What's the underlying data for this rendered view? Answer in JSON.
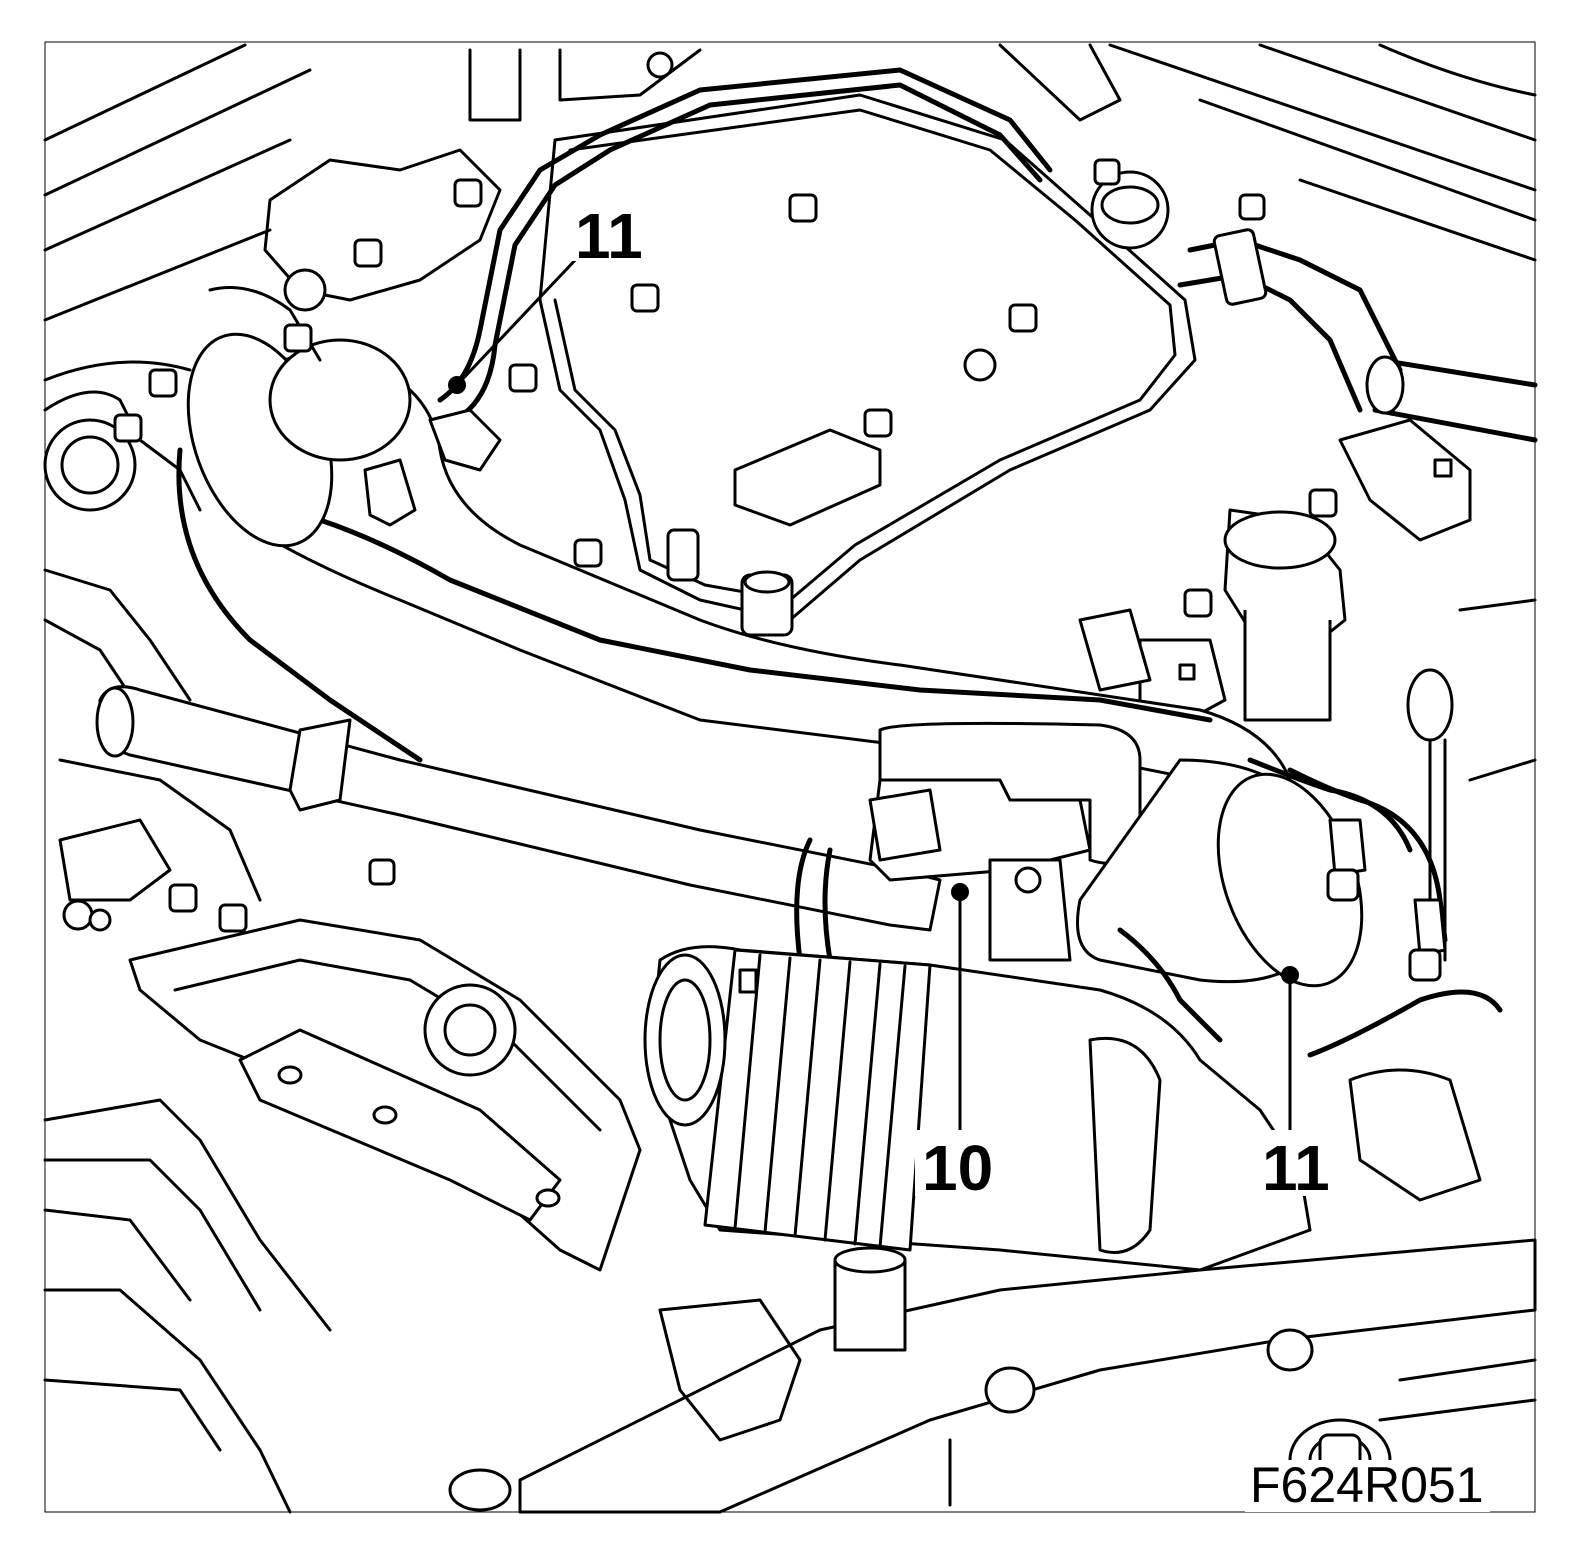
{
  "callouts": [
    {
      "id": "callout-11-top",
      "label": "11"
    },
    {
      "id": "callout-10",
      "label": "10"
    },
    {
      "id": "callout-11-bottom",
      "label": "11"
    }
  ],
  "figure_code": "F624R051",
  "colors": {
    "line": "#000000",
    "background": "#ffffff"
  }
}
